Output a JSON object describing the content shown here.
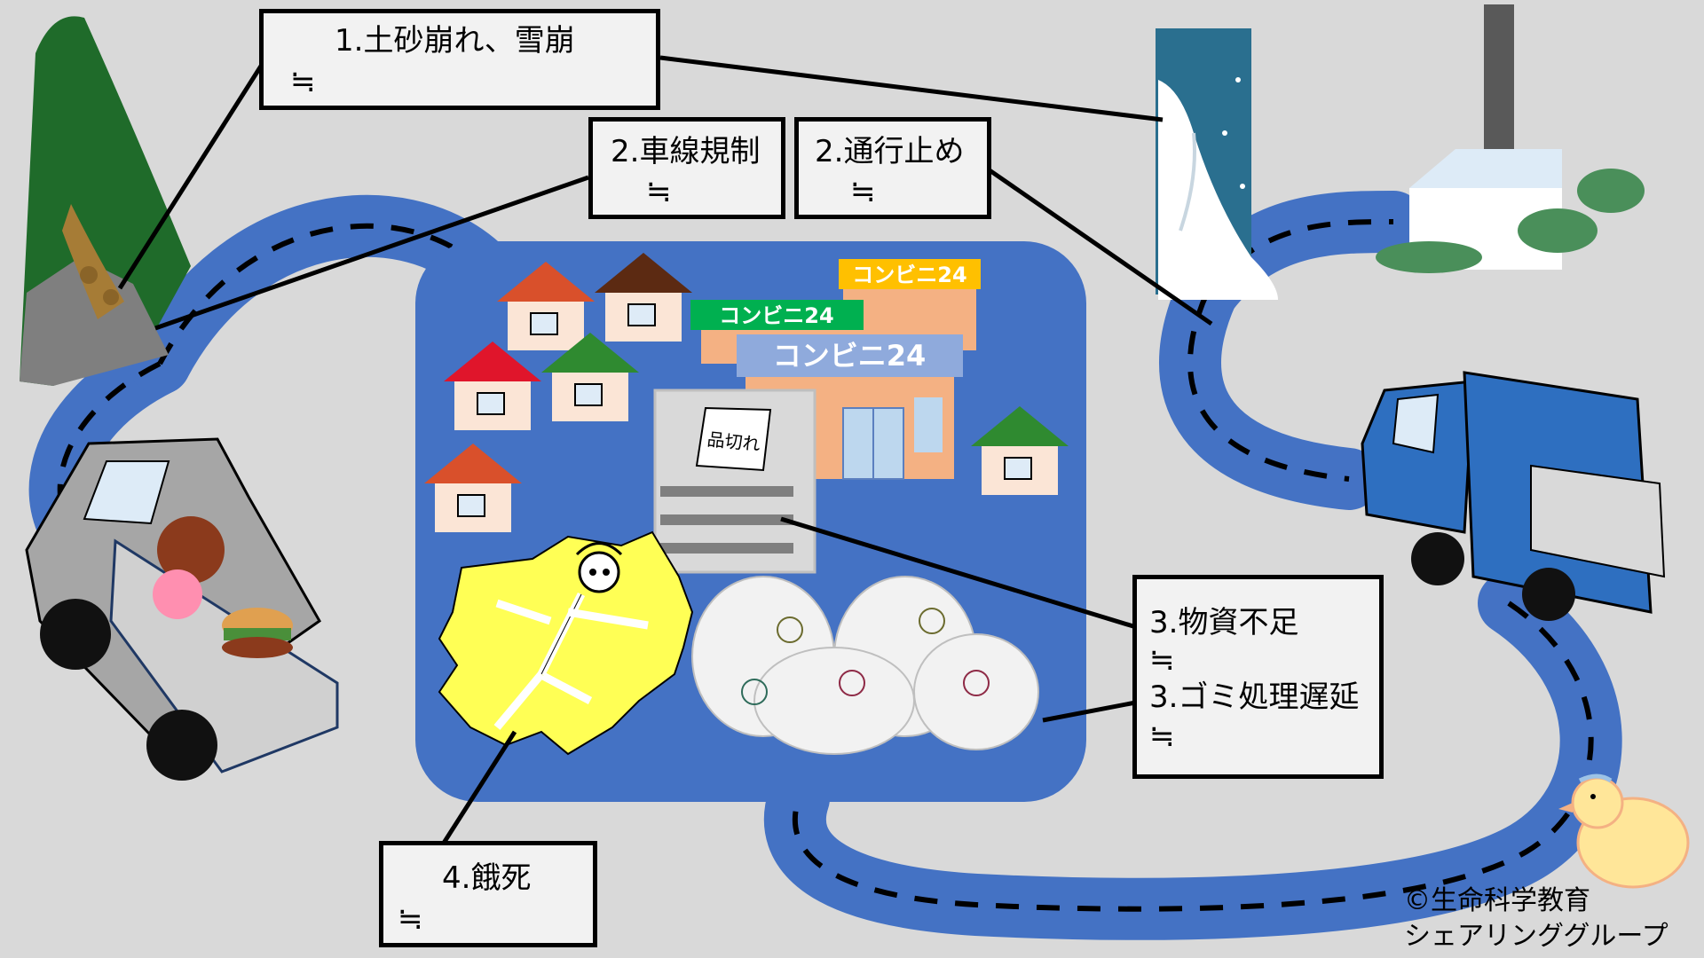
{
  "labels": {
    "landslide": {
      "title": "1.土砂崩れ、雪崩",
      "approx": "≒"
    },
    "lane_restriction": {
      "title": "2.車線規制",
      "approx": "≒"
    },
    "road_closure": {
      "title": "2.通行止め",
      "approx": "≒"
    },
    "shortage": {
      "title": "3.物資不足",
      "approx": "≒"
    },
    "garbage": {
      "title": "3.ゴミ処理遅延",
      "approx": "≒"
    },
    "starvation": {
      "title": "4.餓死",
      "approx": "≒"
    }
  },
  "signs": {
    "store_name": "コンビニ24",
    "sold_out": "品切れ"
  },
  "credit": {
    "line1": "©生命科学教育",
    "line2": "シェアリンググループ"
  },
  "colors": {
    "background": "#d9d9d9",
    "road": "#4472c4",
    "town_area": "#4472c4",
    "mountain": "#1f6b2a",
    "snow_sky": "#2a6f8f",
    "truck_body": "#2e6fc0",
    "skeleton_burst": "#ffff55"
  }
}
